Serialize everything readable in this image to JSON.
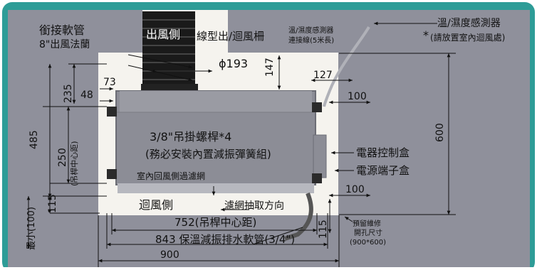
{
  "colors": {
    "frame": "#2e9c97",
    "ceiling": "#8f909b",
    "opening": "#f5f3ee",
    "unit_body": "#8c8d96",
    "duct": "#1a1a1a",
    "dim_line": "#111111",
    "leader": "#111111"
  },
  "labels": {
    "flex_duct": "銜接軟管",
    "flange": "8\"出風法蘭",
    "outlet_side": "出風側",
    "linear_grille": "線型出/迴風柵",
    "sensor_cable_1": "溫/濕度感測器",
    "sensor_cable_2": "連接線(5米長)",
    "sensor_title": "溫/濕度感測器",
    "sensor_note_mark": "*",
    "sensor_note": "(請放置室內迴風處)",
    "diameter": "ϕ193",
    "rod_line1": "3/8\"吊掛螺桿*4",
    "rod_line2": "(務必安裝內置減振彈簧組)",
    "return_filter": "室內回風側過濾網",
    "controller_box": "電器控制盒",
    "power_box": "電源端子盒",
    "return_side": "迴風側",
    "filter_pull": "濾網抽取方向",
    "rod_center": "752(吊桿中心距)",
    "drain_hose": "843 保溫減振排水軟管(3/4\")",
    "width_900": "900",
    "service_1": "預留維修",
    "service_2": "開孔尺寸",
    "service_3": "(900*600)",
    "rod_vertical": "(吊桿中心距)",
    "min_100": "最小(100)"
  },
  "dimensions": {
    "d147": "147",
    "d127": "127",
    "d73": "73",
    "d48": "48",
    "d235": "235",
    "d485": "485",
    "d250": "250",
    "d115_left": "115",
    "d100_top": "100",
    "d100_bottom": "100",
    "d600": "600",
    "d115_right": "115"
  }
}
